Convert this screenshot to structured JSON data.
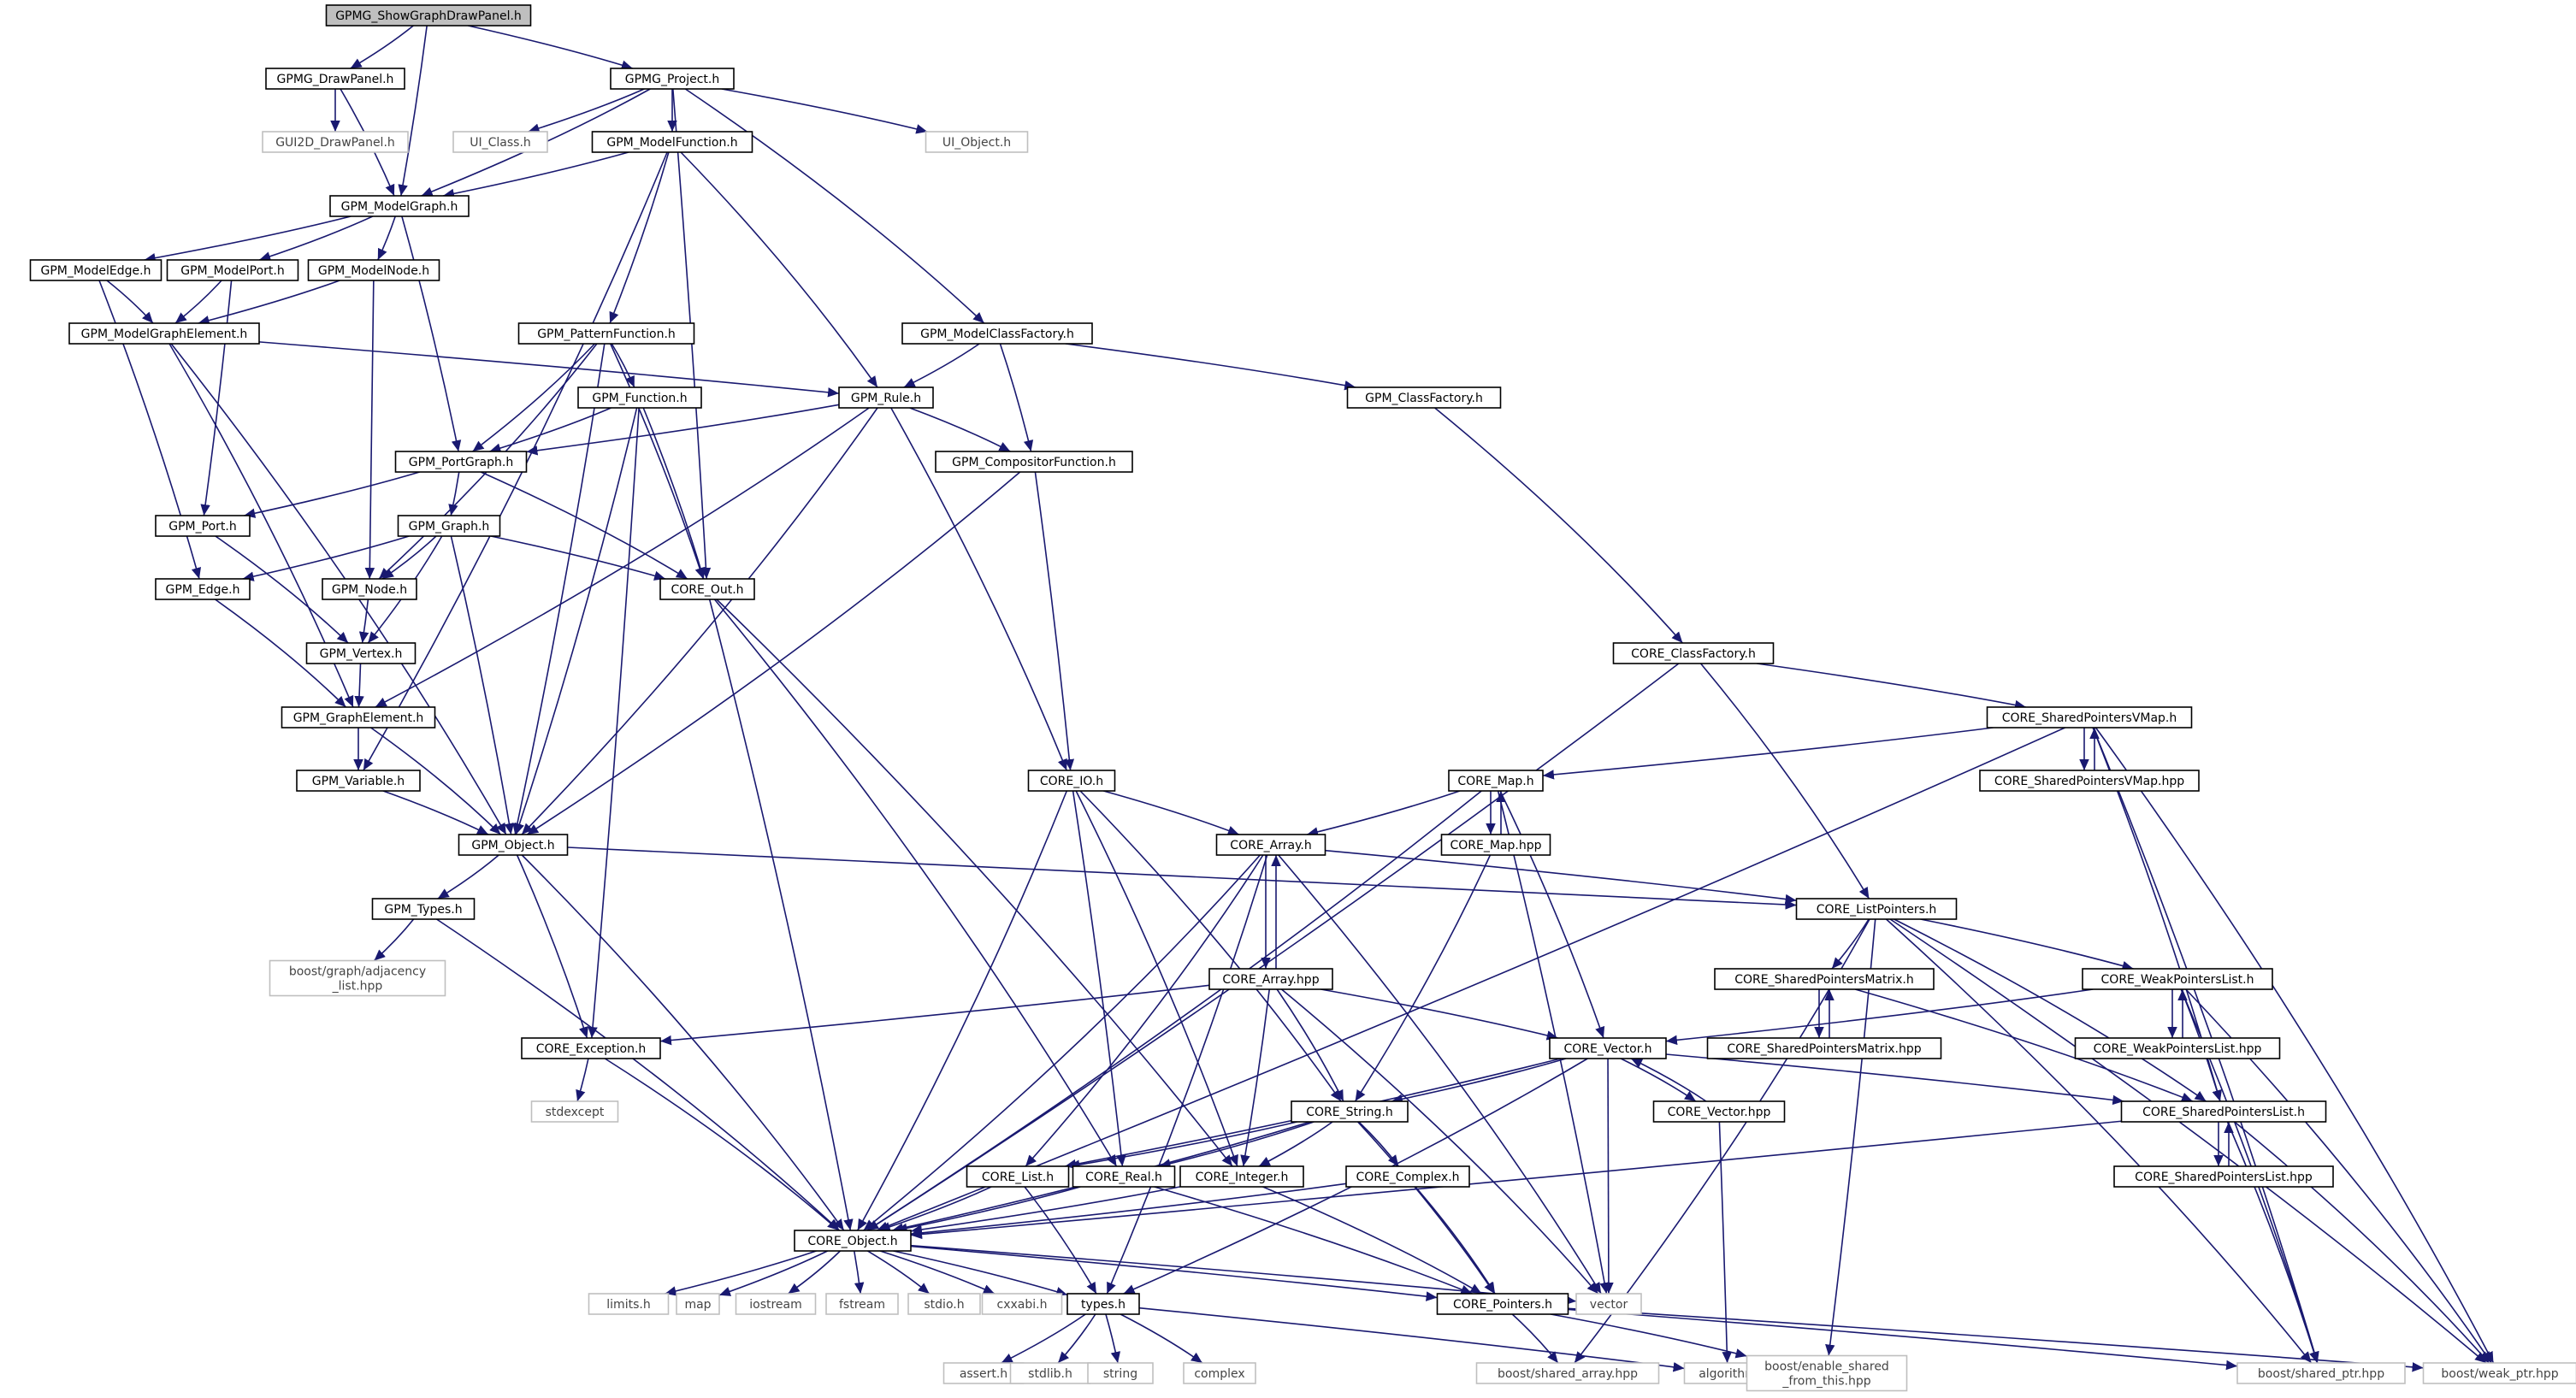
{
  "diagram": {
    "nodes": [
      {
        "id": "n0",
        "label": "GPMG_ShowGraphDrawPanel.h",
        "root": true
      },
      {
        "id": "n1",
        "label": "GPMG_DrawPanel.h"
      },
      {
        "id": "n2",
        "label": "GPMG_Project.h"
      },
      {
        "id": "n3",
        "label": "GUI2D_DrawPanel.h",
        "external": true
      },
      {
        "id": "n4",
        "label": "UI_Class.h",
        "external": true
      },
      {
        "id": "n5",
        "label": "GPM_ModelFunction.h"
      },
      {
        "id": "n6",
        "label": "UI_Object.h",
        "external": true
      },
      {
        "id": "n7",
        "label": "GPM_ModelGraph.h"
      },
      {
        "id": "n8",
        "label": "GPM_ModelEdge.h"
      },
      {
        "id": "n9",
        "label": "GPM_ModelPort.h"
      },
      {
        "id": "n10",
        "label": "GPM_ModelNode.h"
      },
      {
        "id": "n11",
        "label": "GPM_ModelGraphElement.h"
      },
      {
        "id": "n12",
        "label": "GPM_PatternFunction.h"
      },
      {
        "id": "n13",
        "label": "GPM_ModelClassFactory.h"
      },
      {
        "id": "n14",
        "label": "GPM_Function.h"
      },
      {
        "id": "n15",
        "label": "GPM_Rule.h"
      },
      {
        "id": "n16",
        "label": "GPM_ClassFactory.h"
      },
      {
        "id": "n17",
        "label": "GPM_PortGraph.h"
      },
      {
        "id": "n18",
        "label": "GPM_CompositorFunction.h"
      },
      {
        "id": "n19",
        "label": "GPM_Port.h"
      },
      {
        "id": "n20",
        "label": "GPM_Graph.h"
      },
      {
        "id": "n21",
        "label": "GPM_Edge.h"
      },
      {
        "id": "n22",
        "label": "GPM_Node.h"
      },
      {
        "id": "n23",
        "label": "CORE_Out.h"
      },
      {
        "id": "n24",
        "label": "GPM_Vertex.h"
      },
      {
        "id": "n25",
        "label": "CORE_ClassFactory.h"
      },
      {
        "id": "n26",
        "label": "GPM_GraphElement.h"
      },
      {
        "id": "n27",
        "label": "CORE_SharedPointersVMap.h"
      },
      {
        "id": "n28",
        "label": "CORE_SharedPointersVMap.hpp"
      },
      {
        "id": "n29",
        "label": "GPM_Variable.h"
      },
      {
        "id": "n30",
        "label": "CORE_IO.h"
      },
      {
        "id": "n31",
        "label": "CORE_Map.h"
      },
      {
        "id": "n32",
        "label": "GPM_Object.h"
      },
      {
        "id": "n33",
        "label": "CORE_Array.h"
      },
      {
        "id": "n34",
        "label": "CORE_Map.hpp"
      },
      {
        "id": "n35",
        "label": "GPM_Types.h"
      },
      {
        "id": "n36",
        "label": "CORE_ListPointers.h"
      },
      {
        "id": "n37",
        "label": "boost/graph/adjacency\n_list.hpp",
        "external": true
      },
      {
        "id": "n38",
        "label": "CORE_Array.hpp"
      },
      {
        "id": "n39",
        "label": "CORE_SharedPointersMatrix.h"
      },
      {
        "id": "n40",
        "label": "CORE_WeakPointersList.h"
      },
      {
        "id": "n41",
        "label": "CORE_Exception.h"
      },
      {
        "id": "n42",
        "label": "CORE_Vector.h"
      },
      {
        "id": "n43",
        "label": "CORE_SharedPointersMatrix.hpp"
      },
      {
        "id": "n44",
        "label": "CORE_WeakPointersList.hpp"
      },
      {
        "id": "n45",
        "label": "stdexcept",
        "external": true
      },
      {
        "id": "n46",
        "label": "CORE_String.h"
      },
      {
        "id": "n47",
        "label": "CORE_Vector.hpp"
      },
      {
        "id": "n48",
        "label": "CORE_SharedPointersList.h"
      },
      {
        "id": "n49",
        "label": "CORE_List.h"
      },
      {
        "id": "n50",
        "label": "CORE_Real.h"
      },
      {
        "id": "n51",
        "label": "CORE_Integer.h"
      },
      {
        "id": "n52",
        "label": "CORE_Complex.h"
      },
      {
        "id": "n53",
        "label": "CORE_SharedPointersList.hpp"
      },
      {
        "id": "n54",
        "label": "CORE_Object.h"
      },
      {
        "id": "n55",
        "label": "limits.h",
        "external": true
      },
      {
        "id": "n56",
        "label": "map",
        "external": true
      },
      {
        "id": "n57",
        "label": "iostream",
        "external": true
      },
      {
        "id": "n58",
        "label": "fstream",
        "external": true
      },
      {
        "id": "n59",
        "label": "stdio.h",
        "external": true
      },
      {
        "id": "n60",
        "label": "cxxabi.h",
        "external": true
      },
      {
        "id": "n61",
        "label": "types.h"
      },
      {
        "id": "n62",
        "label": "CORE_Pointers.h"
      },
      {
        "id": "n63",
        "label": "vector",
        "external": true
      },
      {
        "id": "n64",
        "label": "assert.h",
        "external": true
      },
      {
        "id": "n65",
        "label": "stdlib.h",
        "external": true
      },
      {
        "id": "n66",
        "label": "string",
        "external": true
      },
      {
        "id": "n67",
        "label": "complex",
        "external": true
      },
      {
        "id": "n68",
        "label": "algorithm",
        "external": true
      },
      {
        "id": "n69",
        "label": "boost/shared_array.hpp",
        "external": true
      },
      {
        "id": "n70",
        "label": "boost/enable_shared\n_from_this.hpp",
        "external": true
      },
      {
        "id": "n71",
        "label": "boost/shared_ptr.hpp",
        "external": true
      },
      {
        "id": "n72",
        "label": "boost/weak_ptr.hpp",
        "external": true
      }
    ],
    "edges": [
      [
        "n0",
        "n1"
      ],
      [
        "n0",
        "n2"
      ],
      [
        "n0",
        "n7"
      ],
      [
        "n1",
        "n3"
      ],
      [
        "n1",
        "n7"
      ],
      [
        "n2",
        "n4"
      ],
      [
        "n2",
        "n5"
      ],
      [
        "n2",
        "n6"
      ],
      [
        "n2",
        "n7"
      ],
      [
        "n2",
        "n13"
      ],
      [
        "n2",
        "n23"
      ],
      [
        "n5",
        "n7"
      ],
      [
        "n5",
        "n12"
      ],
      [
        "n5",
        "n15"
      ],
      [
        "n5",
        "n29"
      ],
      [
        "n7",
        "n8"
      ],
      [
        "n7",
        "n9"
      ],
      [
        "n7",
        "n10"
      ],
      [
        "n7",
        "n17"
      ],
      [
        "n8",
        "n11"
      ],
      [
        "n8",
        "n21"
      ],
      [
        "n9",
        "n11"
      ],
      [
        "n9",
        "n19"
      ],
      [
        "n10",
        "n11"
      ],
      [
        "n10",
        "n22"
      ],
      [
        "n11",
        "n15"
      ],
      [
        "n11",
        "n26"
      ],
      [
        "n11",
        "n32"
      ],
      [
        "n12",
        "n14"
      ],
      [
        "n12",
        "n17"
      ],
      [
        "n12",
        "n22"
      ],
      [
        "n12",
        "n23"
      ],
      [
        "n12",
        "n32"
      ],
      [
        "n13",
        "n15"
      ],
      [
        "n13",
        "n16"
      ],
      [
        "n13",
        "n18"
      ],
      [
        "n14",
        "n17"
      ],
      [
        "n14",
        "n23"
      ],
      [
        "n14",
        "n32"
      ],
      [
        "n14",
        "n41"
      ],
      [
        "n15",
        "n17"
      ],
      [
        "n15",
        "n18"
      ],
      [
        "n15",
        "n26"
      ],
      [
        "n15",
        "n30"
      ],
      [
        "n15",
        "n32"
      ],
      [
        "n16",
        "n25"
      ],
      [
        "n17",
        "n19"
      ],
      [
        "n17",
        "n20"
      ],
      [
        "n17",
        "n23"
      ],
      [
        "n18",
        "n30"
      ],
      [
        "n18",
        "n32"
      ],
      [
        "n19",
        "n24"
      ],
      [
        "n20",
        "n21"
      ],
      [
        "n20",
        "n22"
      ],
      [
        "n20",
        "n23"
      ],
      [
        "n20",
        "n24"
      ],
      [
        "n20",
        "n32"
      ],
      [
        "n21",
        "n26"
      ],
      [
        "n22",
        "n24"
      ],
      [
        "n23",
        "n54"
      ],
      [
        "n23",
        "n50"
      ],
      [
        "n23",
        "n51"
      ],
      [
        "n24",
        "n26"
      ],
      [
        "n25",
        "n27"
      ],
      [
        "n25",
        "n36"
      ],
      [
        "n25",
        "n54"
      ],
      [
        "n26",
        "n29"
      ],
      [
        "n26",
        "n32"
      ],
      [
        "n27",
        "n28"
      ],
      [
        "n28",
        "n27"
      ],
      [
        "n27",
        "n31"
      ],
      [
        "n27",
        "n48"
      ],
      [
        "n27",
        "n54"
      ],
      [
        "n27",
        "n71"
      ],
      [
        "n27",
        "n72"
      ],
      [
        "n29",
        "n32"
      ],
      [
        "n30",
        "n33"
      ],
      [
        "n30",
        "n46"
      ],
      [
        "n30",
        "n50"
      ],
      [
        "n30",
        "n51"
      ],
      [
        "n30",
        "n54"
      ],
      [
        "n31",
        "n33"
      ],
      [
        "n31",
        "n34"
      ],
      [
        "n34",
        "n31"
      ],
      [
        "n31",
        "n42"
      ],
      [
        "n31",
        "n54"
      ],
      [
        "n31",
        "n63"
      ],
      [
        "n32",
        "n35"
      ],
      [
        "n32",
        "n36"
      ],
      [
        "n32",
        "n41"
      ],
      [
        "n32",
        "n54"
      ],
      [
        "n33",
        "n38"
      ],
      [
        "n38",
        "n33"
      ],
      [
        "n33",
        "n36"
      ],
      [
        "n33",
        "n49"
      ],
      [
        "n33",
        "n54"
      ],
      [
        "n33",
        "n61"
      ],
      [
        "n33",
        "n63"
      ],
      [
        "n34",
        "n46"
      ],
      [
        "n35",
        "n37"
      ],
      [
        "n35",
        "n54"
      ],
      [
        "n36",
        "n39"
      ],
      [
        "n36",
        "n40"
      ],
      [
        "n36",
        "n48"
      ],
      [
        "n36",
        "n69"
      ],
      [
        "n36",
        "n70"
      ],
      [
        "n36",
        "n71"
      ],
      [
        "n36",
        "n72"
      ],
      [
        "n38",
        "n41"
      ],
      [
        "n38",
        "n42"
      ],
      [
        "n38",
        "n46"
      ],
      [
        "n38",
        "n51"
      ],
      [
        "n38",
        "n63"
      ],
      [
        "n39",
        "n43"
      ],
      [
        "n43",
        "n39"
      ],
      [
        "n39",
        "n48"
      ],
      [
        "n40",
        "n44"
      ],
      [
        "n44",
        "n40"
      ],
      [
        "n40",
        "n42"
      ],
      [
        "n40",
        "n48"
      ],
      [
        "n40",
        "n71"
      ],
      [
        "n40",
        "n72"
      ],
      [
        "n41",
        "n45"
      ],
      [
        "n41",
        "n54"
      ],
      [
        "n42",
        "n47"
      ],
      [
        "n47",
        "n42"
      ],
      [
        "n42",
        "n46"
      ],
      [
        "n42",
        "n48"
      ],
      [
        "n42",
        "n49"
      ],
      [
        "n42",
        "n61"
      ],
      [
        "n42",
        "n63"
      ],
      [
        "n46",
        "n49"
      ],
      [
        "n46",
        "n50"
      ],
      [
        "n46",
        "n51"
      ],
      [
        "n46",
        "n52"
      ],
      [
        "n46",
        "n54"
      ],
      [
        "n46",
        "n62"
      ],
      [
        "n47",
        "n68"
      ],
      [
        "n48",
        "n53"
      ],
      [
        "n53",
        "n48"
      ],
      [
        "n48",
        "n54"
      ],
      [
        "n48",
        "n71"
      ],
      [
        "n48",
        "n72"
      ],
      [
        "n49",
        "n54"
      ],
      [
        "n49",
        "n61"
      ],
      [
        "n50",
        "n54"
      ],
      [
        "n50",
        "n62"
      ],
      [
        "n51",
        "n54"
      ],
      [
        "n51",
        "n62"
      ],
      [
        "n52",
        "n54"
      ],
      [
        "n52",
        "n62"
      ],
      [
        "n54",
        "n55"
      ],
      [
        "n54",
        "n56"
      ],
      [
        "n54",
        "n57"
      ],
      [
        "n54",
        "n58"
      ],
      [
        "n54",
        "n59"
      ],
      [
        "n54",
        "n60"
      ],
      [
        "n54",
        "n61"
      ],
      [
        "n54",
        "n62"
      ],
      [
        "n54",
        "n63"
      ],
      [
        "n61",
        "n64"
      ],
      [
        "n61",
        "n65"
      ],
      [
        "n61",
        "n66"
      ],
      [
        "n61",
        "n67"
      ],
      [
        "n61",
        "n68"
      ],
      [
        "n62",
        "n69"
      ],
      [
        "n62",
        "n70"
      ],
      [
        "n62",
        "n71"
      ],
      [
        "n62",
        "n72"
      ]
    ]
  }
}
